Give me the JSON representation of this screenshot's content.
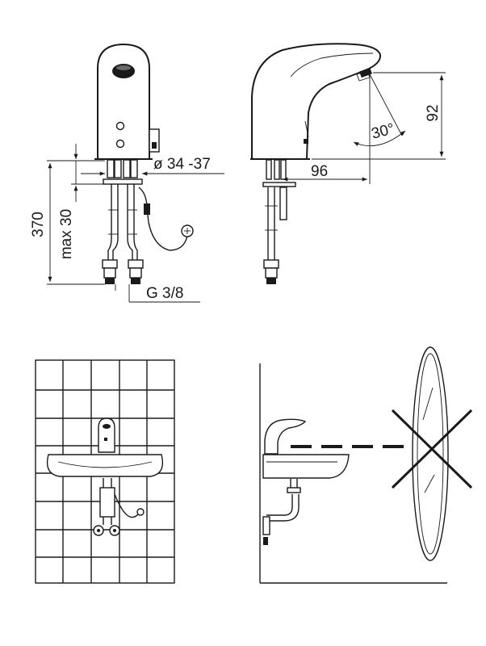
{
  "dimensions": {
    "diameter": "ø 34 -37",
    "height_total": "370",
    "height_max": "max 30",
    "thread": "G 3/8",
    "spout_reach": "96",
    "spout_height": "92",
    "sensor_angle": "30°"
  }
}
